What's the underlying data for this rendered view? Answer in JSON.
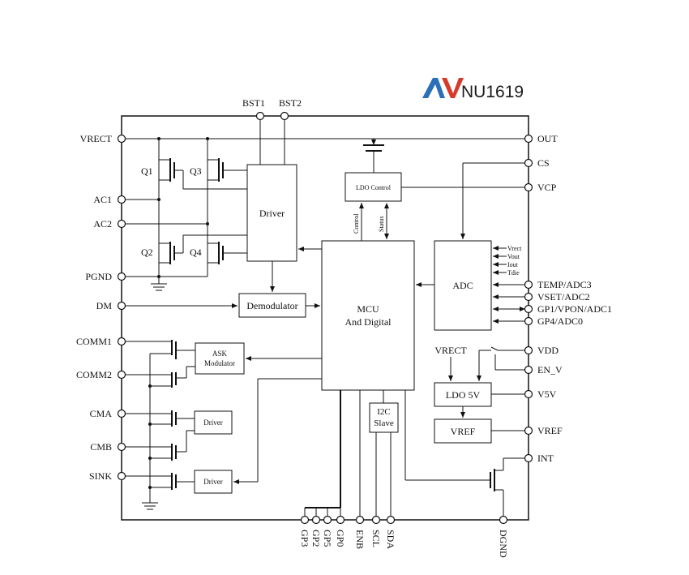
{
  "logo": {
    "text": "NU1619",
    "colors": {
      "blue": "#2a6fb8",
      "red": "#d83a2a"
    }
  },
  "pins_left": {
    "vrect": "VRECT",
    "ac1": "AC1",
    "ac2": "AC2",
    "pgnd": "PGND",
    "dm": "DM",
    "comm1": "COMM1",
    "comm2": "COMM2",
    "cma": "CMA",
    "cmb": "CMB",
    "sink": "SINK"
  },
  "pins_top": {
    "bst1": "BST1",
    "bst2": "BST2"
  },
  "pins_right": {
    "out": "OUT",
    "cs": "CS",
    "vcp": "VCP",
    "temp": "TEMP/ADC3",
    "vset": "VSET/ADC2",
    "gp1": "GP1/VPON/ADC1",
    "gp4": "GP4/ADC0",
    "vdd": "VDD",
    "en_v": "EN_V",
    "v5v": "V5V",
    "vref": "VREF",
    "int": "INT"
  },
  "pins_bottom": {
    "gp3": "GP3",
    "gp2": "GP2",
    "gp5": "GP5",
    "gp0": "GP0",
    "enb": "ENB",
    "scl": "SCL",
    "sda": "SDA",
    "dgnd": "DGND"
  },
  "transistors": {
    "q1": "Q1",
    "q2": "Q2",
    "q3": "Q3",
    "q4": "Q4"
  },
  "blocks": {
    "driver": "Driver",
    "ldo_control": "LDO Control",
    "demodulator": "Demodulator",
    "mcu_line1": "MCU",
    "mcu_line2": "And Digital",
    "adc": "ADC",
    "ask_line1": "ASK",
    "ask_line2": "Modulator",
    "driver_small_1": "Driver",
    "driver_small_2": "Driver",
    "i2c_line1": "I2C",
    "i2c_line2": "Slave",
    "ldo5v": "LDO 5V",
    "vref_block": "VREF",
    "vrect_label": "VRECT"
  },
  "signals": {
    "control": "Control",
    "status": "Status",
    "vrect": "Vrect",
    "vout": "Vout",
    "iout": "Iout",
    "tdie": "Tdie"
  }
}
